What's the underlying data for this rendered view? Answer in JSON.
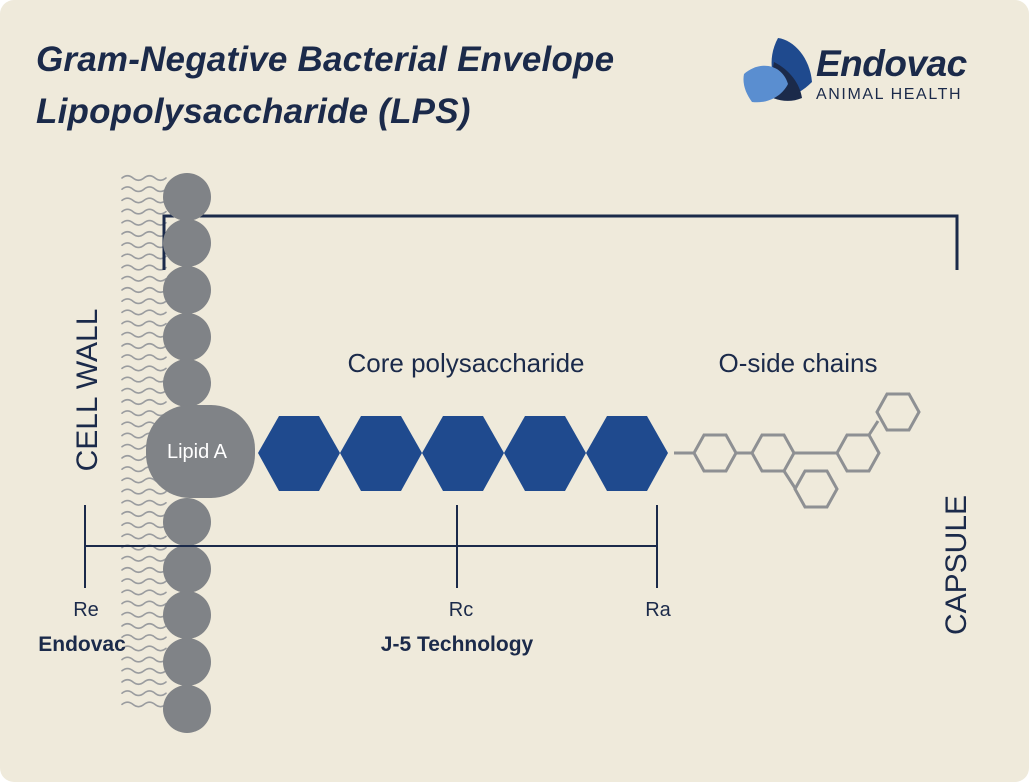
{
  "title": {
    "line1": "Gram-Negative Bacterial Envelope",
    "line2": "Lipopolysaccharide (LPS)"
  },
  "logo": {
    "name": "Endovac",
    "subtitle": "ANIMAL HEALTH"
  },
  "labels": {
    "cell_wall": "CELL WALL",
    "capsule": "CAPSULE",
    "lipid_a": "Lipid A",
    "core": "Core polysaccharide",
    "o_side": "O-side chains"
  },
  "markers": [
    {
      "label": "Re",
      "product": "Endovac"
    },
    {
      "label": "Rc",
      "product": "J-5 Technology"
    },
    {
      "label": "Ra",
      "product": ""
    }
  ],
  "colors": {
    "background": "#EFEADB",
    "navy": "#1B2A4A",
    "hexagon_blue": "#1F4A8E",
    "gray": "#808387",
    "light_gray": "#8E9093",
    "logo_light_blue": "#5A8ED0"
  }
}
